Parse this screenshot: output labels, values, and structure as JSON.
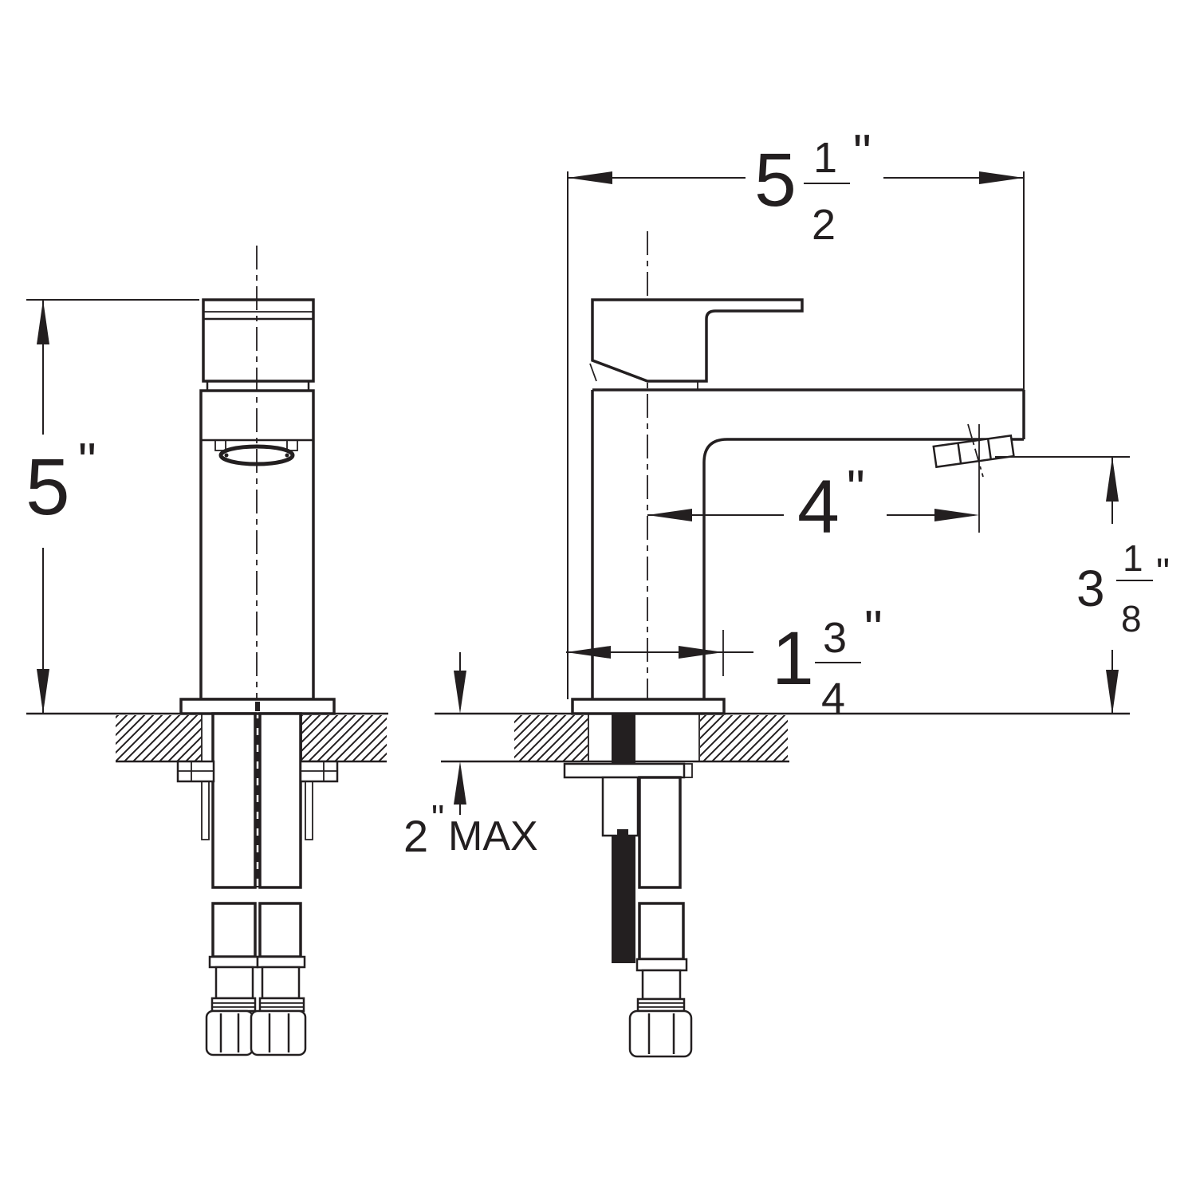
{
  "drawing": {
    "colors": {
      "line": "#231f20",
      "background": "#ffffff"
    },
    "dimensions": {
      "overall_width": {
        "whole": "5",
        "numerator": "1",
        "denominator": "2",
        "unit": "\""
      },
      "overall_height": {
        "value": "5",
        "unit": "\""
      },
      "spout_reach": {
        "value": "4",
        "unit": "\""
      },
      "spout_outlet_height": {
        "whole": "3",
        "numerator": "1",
        "denominator": "8",
        "unit": "\""
      },
      "base_width": {
        "whole": "1",
        "numerator": "3",
        "denominator": "4",
        "unit": "\""
      },
      "deck_thickness": {
        "value": "2",
        "unit": "\"",
        "suffix": "MAX"
      }
    }
  }
}
